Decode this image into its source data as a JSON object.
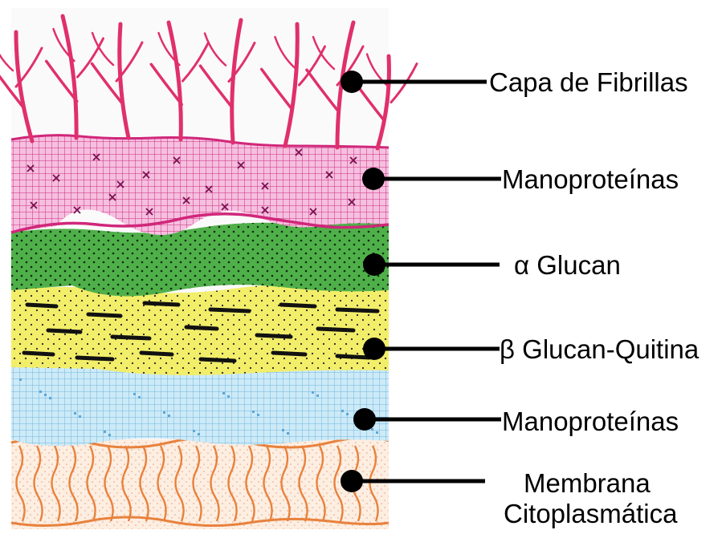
{
  "diagram": {
    "labels": [
      {
        "text": "Capa de Fibrillas"
      },
      {
        "text": "Manoproteínas"
      },
      {
        "text": "α Glucan"
      },
      {
        "text": "β Glucan-Quitina"
      },
      {
        "text": "Manoproteínas"
      },
      {
        "text": "Membrana"
      },
      {
        "text": "Citoplasmática"
      }
    ],
    "colors": {
      "fibrils": "#e0306c",
      "manno_top": "#c92e7a",
      "alpha_glucan": "#4fb04a",
      "beta_glucan": "#f2ee6a",
      "manno_bottom": "#a9d9ef",
      "membrane": "#e8823d",
      "pointer": "#000000"
    }
  }
}
